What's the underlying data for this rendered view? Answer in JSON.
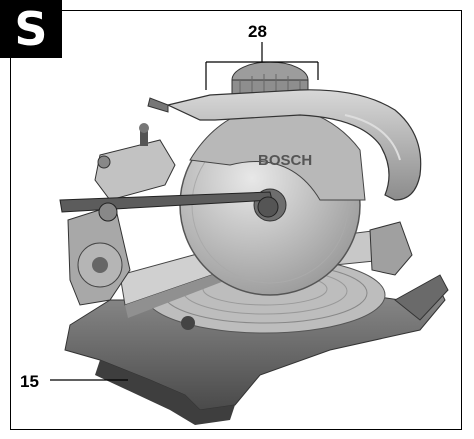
{
  "figure": {
    "badge_letter": "S",
    "brand_text": "BOSCH",
    "callouts": {
      "top": "28",
      "left": "15"
    }
  }
}
